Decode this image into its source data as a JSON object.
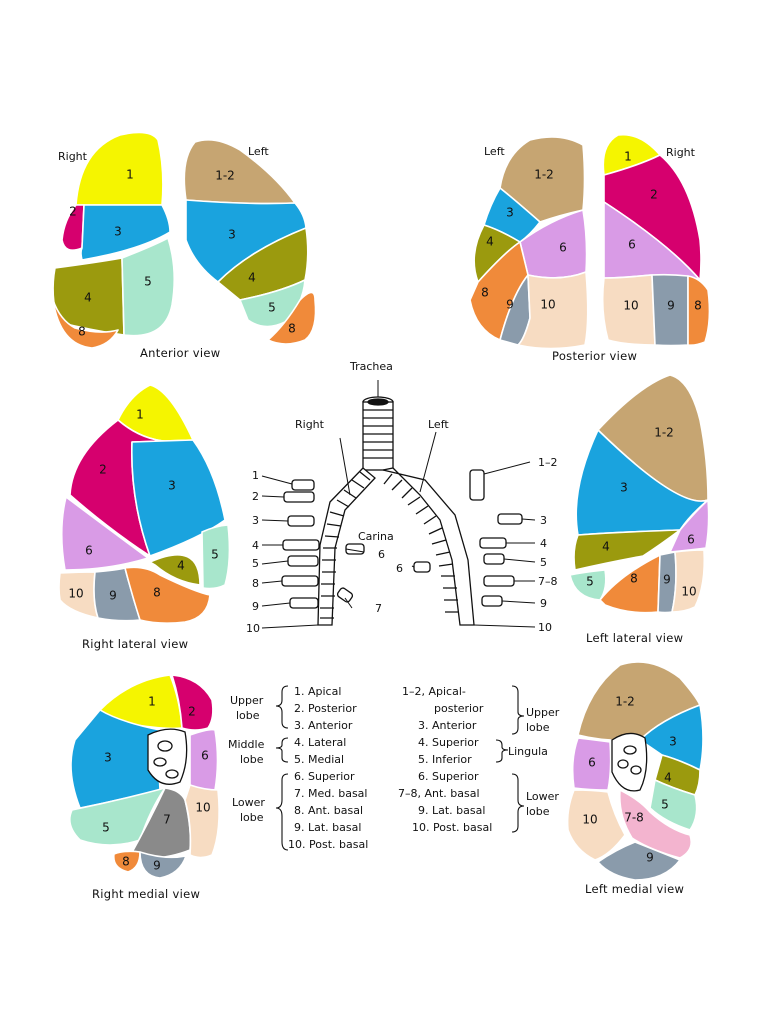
{
  "colors": {
    "apical": "#f5f500",
    "posterior_right": "#d6006e",
    "anterior": "#1aa3de",
    "lateral": "#9b9a0e",
    "medial": "#a8e6cc",
    "superior": "#d99be6",
    "med_basal": "#8a8a8a",
    "ant_basal": "#f08a3a",
    "lat_basal": "#8a9bab",
    "post_basal": "#f7dcc2",
    "apicoposterior": "#c6a572",
    "lingula_superior": "#9b9a0e",
    "lingula_inferior": "#a8e6cc"
  },
  "anterior_view": {
    "caption": "Anterior view",
    "side_right": "Right",
    "side_left": "Left",
    "labels": {
      "r1": "1",
      "r2": "2",
      "r3": "3",
      "r4": "4",
      "r5": "5",
      "r8": "8",
      "l12": "1-2",
      "l3": "3",
      "l4": "4",
      "l5": "5",
      "l8": "8"
    }
  },
  "posterior_view": {
    "caption": "Posterior view",
    "side_left": "Left",
    "side_right": "Right",
    "labels": {
      "l12": "1-2",
      "l3": "3",
      "l4": "4",
      "l6": "6",
      "l8": "8",
      "l9": "9",
      "l10": "10",
      "r1": "1",
      "r2": "2",
      "r6": "6",
      "r10": "10",
      "r9": "9",
      "r8": "8"
    }
  },
  "right_lateral_view": {
    "caption": "Right lateral view",
    "labels": {
      "s1": "1",
      "s2": "2",
      "s3": "3",
      "s6": "6",
      "s4": "4",
      "s5": "5",
      "s10": "10",
      "s9": "9",
      "s8": "8"
    }
  },
  "left_lateral_view": {
    "caption": "Left lateral view",
    "labels": {
      "s12": "1-2",
      "s3": "3",
      "s4": "4",
      "s6": "6",
      "s5": "5",
      "s8": "8",
      "s9": "9",
      "s10": "10"
    }
  },
  "bronchial_tree": {
    "trachea": "Trachea",
    "right": "Right",
    "left": "Left",
    "carina": "Carina",
    "right_labels": [
      "1",
      "2",
      "3",
      "4",
      "5",
      "8",
      "9",
      "10"
    ],
    "center_right": "6",
    "center_left": "6",
    "right_7": "7",
    "left_labels": [
      "1–2",
      "3",
      "4",
      "5",
      "7–8",
      "9",
      "10"
    ]
  },
  "right_medial_view": {
    "caption": "Right medial view",
    "labels": {
      "s1": "1",
      "s2": "2",
      "s3": "3",
      "s6": "6",
      "s5": "5",
      "s7": "7",
      "s10": "10",
      "s8": "8",
      "s9": "9"
    }
  },
  "left_medial_view": {
    "caption": "Left medial view",
    "labels": {
      "s12": "1-2",
      "s3": "3",
      "s6": "6",
      "s4": "4",
      "s5": "5",
      "s10": "10",
      "s78": "7-8",
      "s9": "9"
    }
  },
  "legend": {
    "upper_lobe": [
      "Upper",
      "lobe"
    ],
    "middle_lobe": [
      "Middle",
      "lobe"
    ],
    "lower_lobe": [
      "Lower",
      "lobe"
    ],
    "right_upper": [
      "1.  Apical",
      "2.  Posterior",
      "3.  Anterior"
    ],
    "right_middle": [
      "4.  Lateral",
      "5.  Medial"
    ],
    "right_lower": [
      "6.  Superior",
      "7.  Med. basal",
      "8.  Ant. basal",
      "9.  Lat. basal",
      "10.  Post. basal"
    ],
    "left_upper": [
      "1–2,  Apical-",
      "posterior",
      "3.  Anterior"
    ],
    "left_lingula": [
      "4.  Superior",
      "5.  Inferior"
    ],
    "left_lower": [
      "6.  Superior",
      "7–8,  Ant. basal",
      "9.  Lat. basal",
      "10.  Post. basal"
    ],
    "left_upper_lobe": [
      "Upper",
      "lobe"
    ],
    "lingula": "Lingula",
    "left_lower_lobe": [
      "Lower",
      "lobe"
    ]
  }
}
